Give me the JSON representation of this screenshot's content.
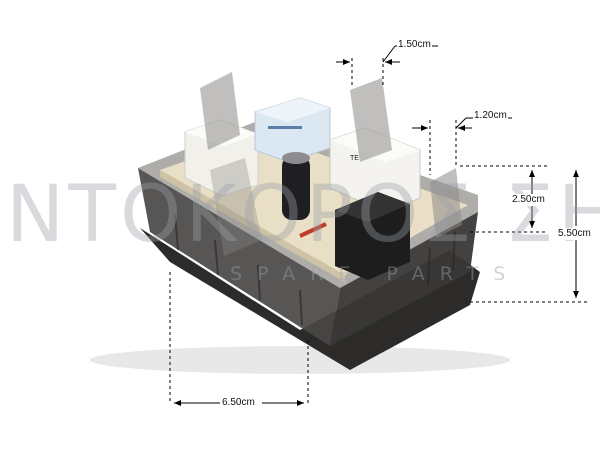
{
  "watermark": {
    "brand": "ΝΤΟΚΟΡΟΣ ΣΗΣ",
    "subtitle": "SPARE PARTS"
  },
  "dimensions": {
    "width_top": "1.50cm",
    "side_tab": "1.20cm",
    "inner_height": "2.50cm",
    "total_height": "5.50cm",
    "base_width": "6.50cm"
  },
  "colors": {
    "housing": "#3b3a38",
    "board": "#e9dfc6",
    "relay_blue": "#dbe8f2",
    "relay_white": "#f1f0ea",
    "dimension_line": "#000000"
  }
}
